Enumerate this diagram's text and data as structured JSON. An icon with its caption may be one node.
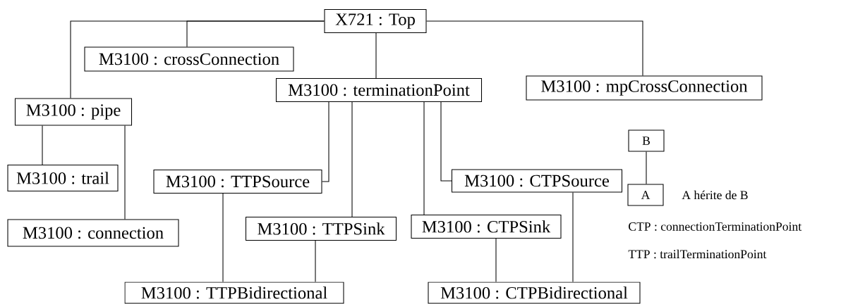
{
  "diagram": {
    "nodes": [
      {
        "text": [
          "X721 : Top"
        ]
      },
      {
        "text": [
          "M3100 : crossConnection"
        ]
      },
      {
        "text": [
          "M3100 : terminationPoint"
        ]
      },
      {
        "text": [
          "M3100 : mpCrossConnection"
        ]
      },
      {
        "text": [
          "M3100 : pipe"
        ]
      },
      {
        "text": [
          "B"
        ]
      },
      {
        "text": [
          "M3100 : trail"
        ]
      },
      {
        "text": [
          "M3100 : TTPSource"
        ]
      },
      {
        "text": [
          "M3100 : CTPSource"
        ]
      },
      {
        "text": [
          "A"
        ]
      },
      {
        "text": [
          "M3100 : connection"
        ]
      },
      {
        "text": [
          "M3100 : TTPSink"
        ]
      },
      {
        "text": [
          "M3100 : CTPSink"
        ]
      },
      {
        "text": [
          "M3100 : TTPBidirectional"
        ]
      },
      {
        "text": [
          "M3100 : CTPBidirectional"
        ]
      }
    ],
    "edges": [
      {
        "from": 0,
        "to": 1,
        "arrow": "none"
      },
      {
        "from": 0,
        "to": 4,
        "arrow": "none"
      },
      {
        "from": 0,
        "to": 2,
        "arrow": "none"
      },
      {
        "from": 0,
        "to": 3,
        "arrow": "none"
      },
      {
        "from": 4,
        "to": 6,
        "arrow": "none"
      },
      {
        "from": 4,
        "to": 10,
        "arrow": "none"
      },
      {
        "from": 2,
        "to": 7,
        "arrow": "none"
      },
      {
        "from": 2,
        "to": 11,
        "arrow": "none"
      },
      {
        "from": 2,
        "to": 12,
        "arrow": "none"
      },
      {
        "from": 2,
        "to": 8,
        "arrow": "none"
      },
      {
        "from": 7,
        "to": 13,
        "arrow": "none"
      },
      {
        "from": 11,
        "to": 13,
        "arrow": "none"
      },
      {
        "from": 12,
        "to": 14,
        "arrow": "none"
      },
      {
        "from": 8,
        "to": 14,
        "arrow": "none"
      },
      {
        "from": 5,
        "to": 9,
        "arrow": "none"
      }
    ],
    "labels": [
      "A hérite de B",
      "CTP : connectionTerminationPoint",
      "TTP : trailTerminationPoint"
    ]
  }
}
